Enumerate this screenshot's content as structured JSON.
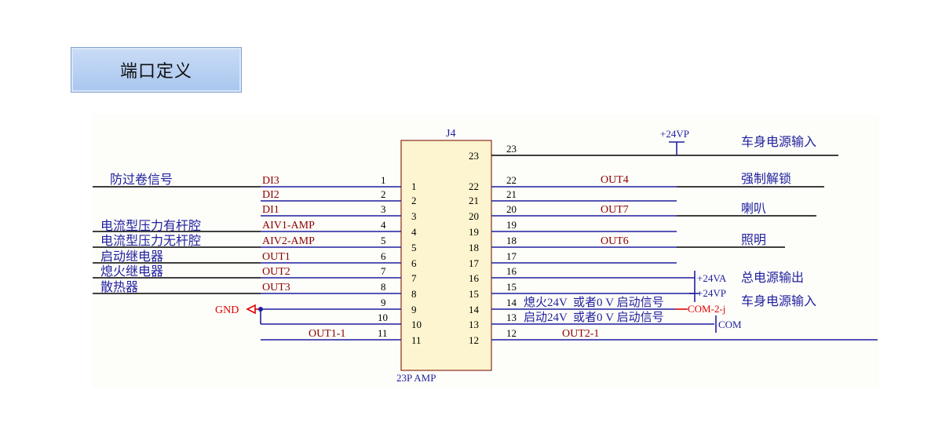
{
  "page_title": "端口定义",
  "connector": {
    "ref": "J4",
    "part": "23P AMP",
    "pins_left": [
      "1",
      "2",
      "3",
      "4",
      "5",
      "6",
      "7",
      "8",
      "9",
      "10",
      "11"
    ],
    "pins_right": [
      "23",
      "22",
      "21",
      "20",
      "19",
      "18",
      "17",
      "16",
      "15",
      "14",
      "13",
      "12"
    ]
  },
  "left_rows": [
    {
      "pin": "1",
      "net": "DI3",
      "desc": "防过卷信号"
    },
    {
      "pin": "2",
      "net": "DI2",
      "desc": ""
    },
    {
      "pin": "3",
      "net": "DI1",
      "desc": ""
    },
    {
      "pin": "4",
      "net": "AIV1-AMP",
      "desc": "电流型压力有杆腔"
    },
    {
      "pin": "5",
      "net": "AIV2-AMP",
      "desc": "电流型压力无杆腔"
    },
    {
      "pin": "6",
      "net": "OUT1",
      "desc": "启动继电器"
    },
    {
      "pin": "7",
      "net": "OUT2",
      "desc": "熄火继电器"
    },
    {
      "pin": "8",
      "net": "OUT3",
      "desc": "散热器"
    },
    {
      "pin": "9",
      "net": "",
      "desc": ""
    },
    {
      "pin": "10",
      "net": "",
      "desc": ""
    },
    {
      "pin": "11",
      "net": "OUT1-1",
      "desc": ""
    }
  ],
  "right_rows": [
    {
      "pin": "23",
      "net": "",
      "desc": "车身电源输入"
    },
    {
      "pin": "22",
      "net": "OUT4",
      "desc": "强制解锁"
    },
    {
      "pin": "21",
      "net": "",
      "desc": ""
    },
    {
      "pin": "20",
      "net": "OUT7",
      "desc": "喇叭"
    },
    {
      "pin": "19",
      "net": "",
      "desc": ""
    },
    {
      "pin": "18",
      "net": "OUT6",
      "desc": "照明"
    },
    {
      "pin": "17",
      "net": "",
      "desc": ""
    },
    {
      "pin": "16",
      "net": "",
      "desc": ""
    },
    {
      "pin": "15",
      "net": "",
      "desc": ""
    },
    {
      "pin": "14",
      "net": "熄火24V  或者0 V 启动信号",
      "desc": ""
    },
    {
      "pin": "13",
      "net": "启动24V  或者0 V 启动信号",
      "desc": ""
    },
    {
      "pin": "12",
      "net": "OUT2-1",
      "desc": ""
    }
  ],
  "power_labels": {
    "p24vp_top": "+24VP",
    "p24va": "+24VA",
    "total_power_out": "总电源输出",
    "p24vp_mid": "+24VP",
    "body_power_in": "车身电源输入",
    "com2j": "COM-2-j",
    "com": "COM",
    "gnd": "GND"
  },
  "colors": {
    "wire": "#000000",
    "blue": "#1f1f9f",
    "net": "#8b0000",
    "red": "#e00000",
    "connector_fill": "#fdf5cf",
    "connector_stroke": "#8b2b1a"
  }
}
